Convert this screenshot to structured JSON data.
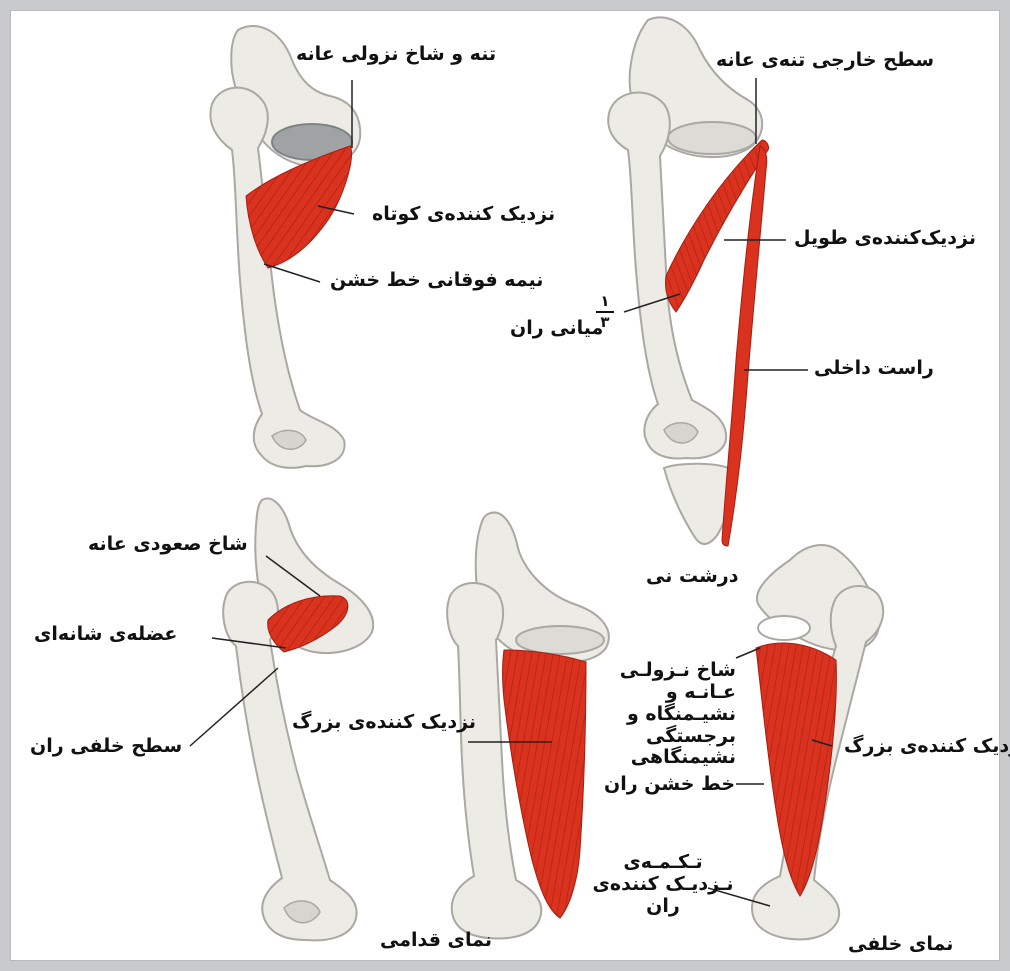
{
  "colors": {
    "frame": "#c9cacc",
    "bone": "#ecebe6",
    "bone_shade": "#c9c8c2",
    "muscle": "#d9321e",
    "muscle_dark": "#a81d10",
    "leader": "#222222"
  },
  "labels": {
    "pubic_body_inferior_ramus": "تنه و شاخ نزولی عانه",
    "adductor_brevis": "نزدیک کننده‌ی کوتاه",
    "upper_half_linea_aspera": "نیمه فوقانی خط خشن",
    "external_surface_pubic_body": "سطح خارجی تنه‌ی عانه",
    "adductor_longus": "نزدیک‌کننده‌ی طویل",
    "middle_third_thigh_prefix": "میانی ران",
    "fraction_numerator": "۱",
    "fraction_denominator": "۳",
    "gracilis": "راست داخلی",
    "tibia": "درشت نی",
    "superior_pubic_ramus": "شاخ صعودی عانه",
    "pectineus": "عضله‌ی شانه‌ای",
    "posterior_surface_femur": "سطح خلفی ران",
    "adductor_magnus_front": "نزدیک کننده‌ی بزرگ",
    "anterior_view": "نمای قدامی",
    "inferior_ramus_ischial": "شاخ نـزولـی عـانـه و نشیـمنگاه و برجستگی نشیمنگاهی",
    "adductor_magnus_back": "نزدیک کننده‌ی بزرگ",
    "linea_aspera": "خط خشن ران",
    "adductor_tubercle": "تـکـمـه‌ی نـزدیـک کننده‌ی ران",
    "posterior_view": "نمای خلفی"
  }
}
